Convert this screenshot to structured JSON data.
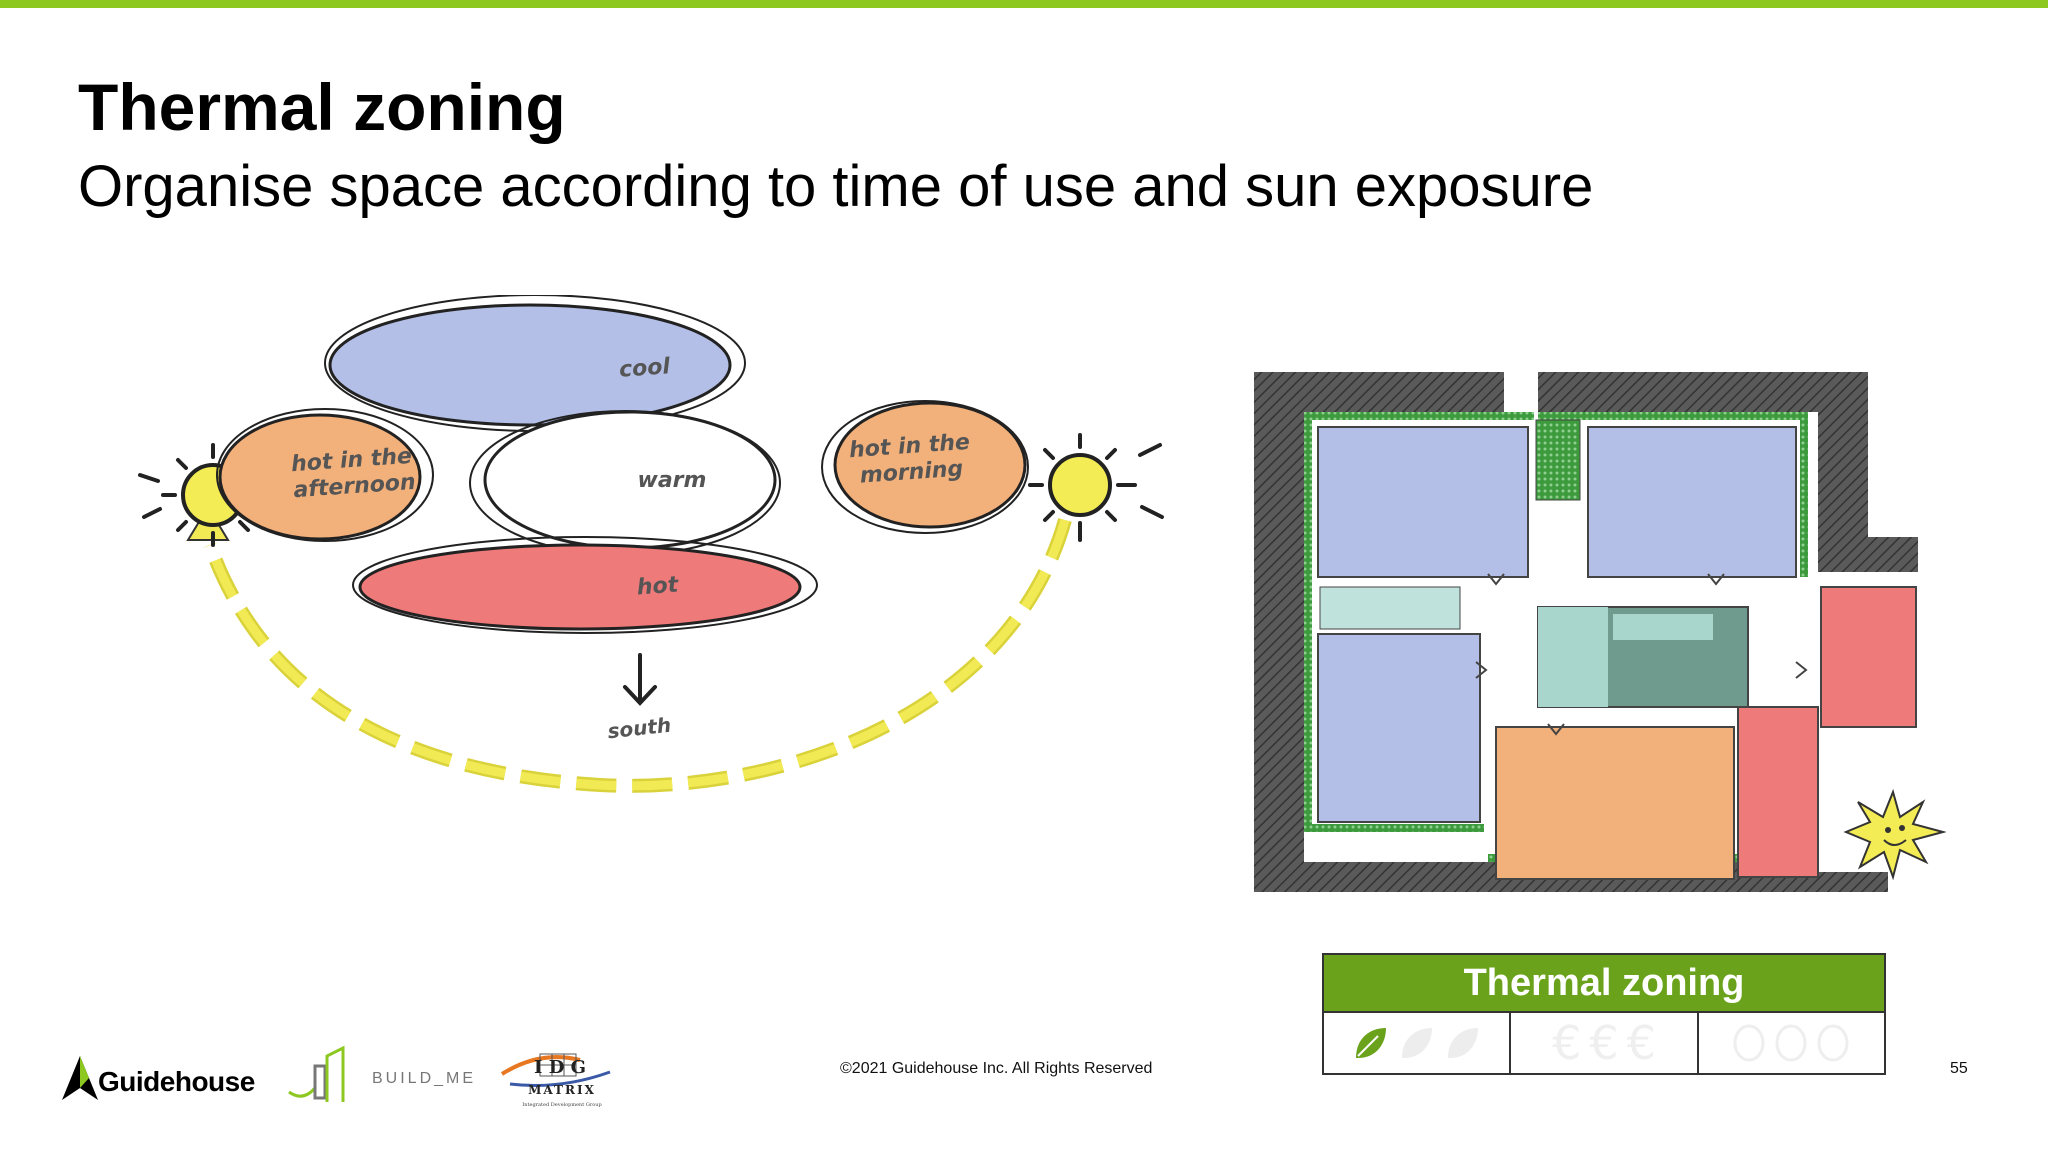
{
  "slide": {
    "title": "Thermal zoning",
    "subtitle": "Organise space according to time of use and sun exposure",
    "page_number": "55",
    "copyright": "©2021 Guidehouse Inc. All Rights Reserved"
  },
  "diagram": {
    "labels": {
      "cool": "cool",
      "warm": "warm",
      "hot": "hot",
      "afternoon_line1": "hot in the",
      "afternoon_line2": "afternoon",
      "morning_line1": "hot in the",
      "morning_line2": "morning",
      "south": "south"
    },
    "colors": {
      "cool": "#b3bfe6",
      "hot": "#ee7a7a",
      "orange": "#f2b07a",
      "sun": "#f4ec54",
      "path": "#e8e046"
    }
  },
  "rating_table": {
    "header": "Thermal zoning",
    "header_color": "#6aa31b",
    "cells": [
      {
        "icon": "leaf-icon",
        "active": 1,
        "total": 3
      },
      {
        "icon": "euro-icon",
        "symbol": "€",
        "active": 0,
        "total": 3
      },
      {
        "icon": "circle-icon",
        "active": 0,
        "total": 3
      }
    ]
  },
  "logos": {
    "guidehouse": "Guidehouse",
    "build_me": "BUILD_ME",
    "idg_letters": "I D G",
    "idg_name": "MATRIX",
    "idg_tagline": "Integrated Development Group"
  }
}
